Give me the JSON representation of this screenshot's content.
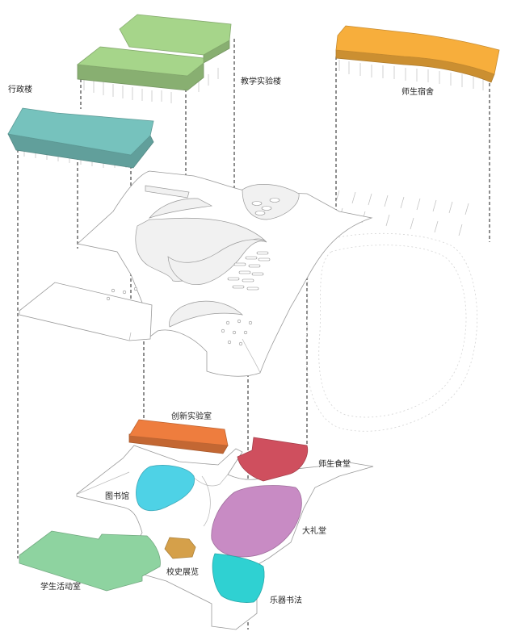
{
  "labels": {
    "admin": "行政楼",
    "teaching": "教学实验楼",
    "dorm": "师生宿舍",
    "innovation_lab": "创新实验室",
    "canteen": "师生食堂",
    "library": "图书馆",
    "auditorium": "大礼堂",
    "history_hall": "校史展览",
    "student_activity": "学生活动室",
    "music_calligraphy": "乐器书法"
  },
  "colors": {
    "admin": "#76c2bd",
    "teaching": "#a6d58a",
    "dorm": "#f7ae3c",
    "innovation_lab": "#ee7d3e",
    "canteen": "#cf4f5e",
    "library": "#4ed2e6",
    "auditorium": "#c88bc4",
    "history_hall": "#d5a04a",
    "student_activity": "#8ed3a0",
    "music_calligraphy": "#2fd1d2"
  }
}
